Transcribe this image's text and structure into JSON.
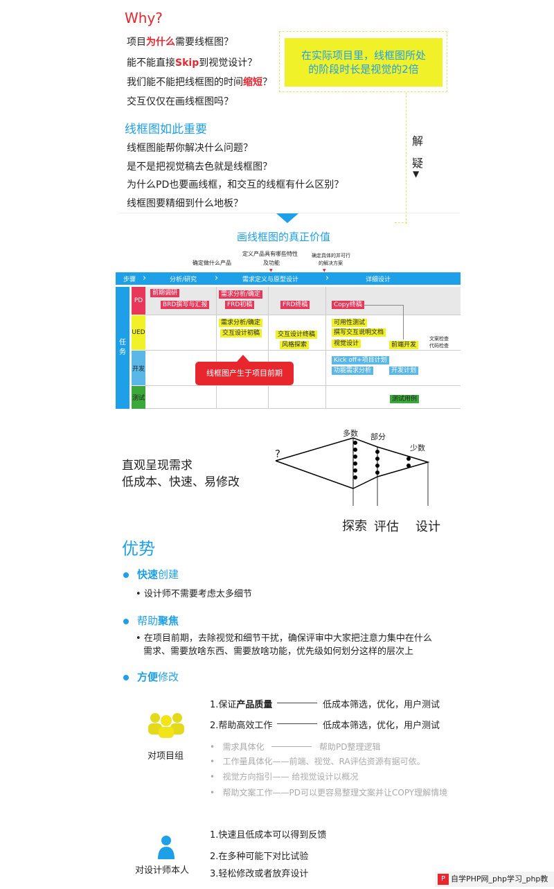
{
  "why": {
    "title": "Why?",
    "q1": {
      "pre": "项目",
      "hi": "为什么",
      "post": "需要线框图？"
    },
    "q2": {
      "pre": "能不能直接",
      "hi": "Skip",
      "post": "到视觉设计？"
    },
    "q3": {
      "pre": "我们能不能把线框图的时间",
      "hi": "缩短",
      "post": "？"
    },
    "q4": "交互仅仅在画线框图吗？",
    "callout": [
      "在实际项目里，线框图所处",
      "的阶段时长是视觉的2倍"
    ]
  },
  "important": {
    "title": "线框图如此重要",
    "items": [
      "线框图能帮你解决什么问题？",
      "是不是把视觉稿去色就是线框图？",
      "为什么PD也要画线框，和交互的线框有什么区别？",
      "线框图要精细到什么地板？"
    ],
    "side": [
      "解",
      "疑",
      "▼"
    ]
  },
  "value": {
    "title": "画线框图的真正价值",
    "annot": [
      "确定做什么产品",
      "定义产品具有哪些特性",
      "及功能",
      "确定具体的并可行",
      "的解决方案"
    ],
    "steps": [
      "步骤",
      "分析/研究",
      "需求定义与原型设计",
      "详细设计"
    ],
    "task_label": [
      "任",
      "务"
    ],
    "rows": [
      "PD",
      "UED",
      "开发",
      "测试"
    ],
    "pd": [
      "前期调研",
      "BRD撰写与汇报",
      "需求分析/确定",
      "FRD初稿",
      "FRD终稿",
      "Copy终稿"
    ],
    "ued": [
      "需求分析/确定",
      "交互设计初稿",
      "交互设计终稿",
      "风格探索",
      "可用性测试",
      "撰写交互说明文档",
      "视觉设计",
      "前端开发",
      "文案检查",
      "代码检查"
    ],
    "dev": [
      "Kick off+项目计划",
      "功能需求分析",
      "开发计划"
    ],
    "test": [
      "测试用例"
    ],
    "callout": "线框图产生于项目前期"
  },
  "funnel": {
    "main": [
      "直观呈现需求",
      "低成本、快速、易修改"
    ],
    "q": "?",
    "labels": [
      "多数",
      "部分",
      "少数"
    ],
    "stages": [
      "探索",
      "评估",
      "设计"
    ]
  },
  "adv": {
    "title": "优势",
    "s1": {
      "bold": "快速",
      "rest": "创建",
      "bullet": "设计师不需要考虑太多细节"
    },
    "s2": {
      "rest": "帮助",
      "bold": "聚焦",
      "bullet": [
        "在项目前期，去除视觉和细节干扰，确保评审中大家把注意力集中在什么",
        "需求、需要放啥东西、需要放啥功能，优先级如何划分这样的层次上"
      ]
    },
    "s3": {
      "bold": "方便",
      "rest": "修改"
    }
  },
  "team": {
    "label": "对项目组",
    "l1": {
      "a": "1.保证",
      "b": "产品质量",
      "c": "低成本筛选，优化，用户测试"
    },
    "l2": {
      "a": "2.帮助高效工作",
      "c": "低成本筛选，优化，用户测试"
    },
    "gray": [
      "需求具体化",
      "帮助PD整理逻辑",
      "工作量具体化——前端、视觉、RA评估资源有据可依。",
      "视觉方向指引—— 给视觉设计以概况",
      "帮助文案工作——PD可以更容易整理文案并让COPY理解情境"
    ]
  },
  "designer": {
    "label": "对设计师本人",
    "items": [
      "1.快速且低成本可以得到反馈",
      "2.在多种可能下对比试验",
      "3.轻松修改或者放弃设计"
    ]
  },
  "footer": {
    "p": "P",
    "text": "自学PHP网_php学习_php教"
  },
  "colors": {
    "red": "#e8262e",
    "blue": "#1ea0e8",
    "yellow": "#f1f12a",
    "teal": "#1fb3e0"
  }
}
